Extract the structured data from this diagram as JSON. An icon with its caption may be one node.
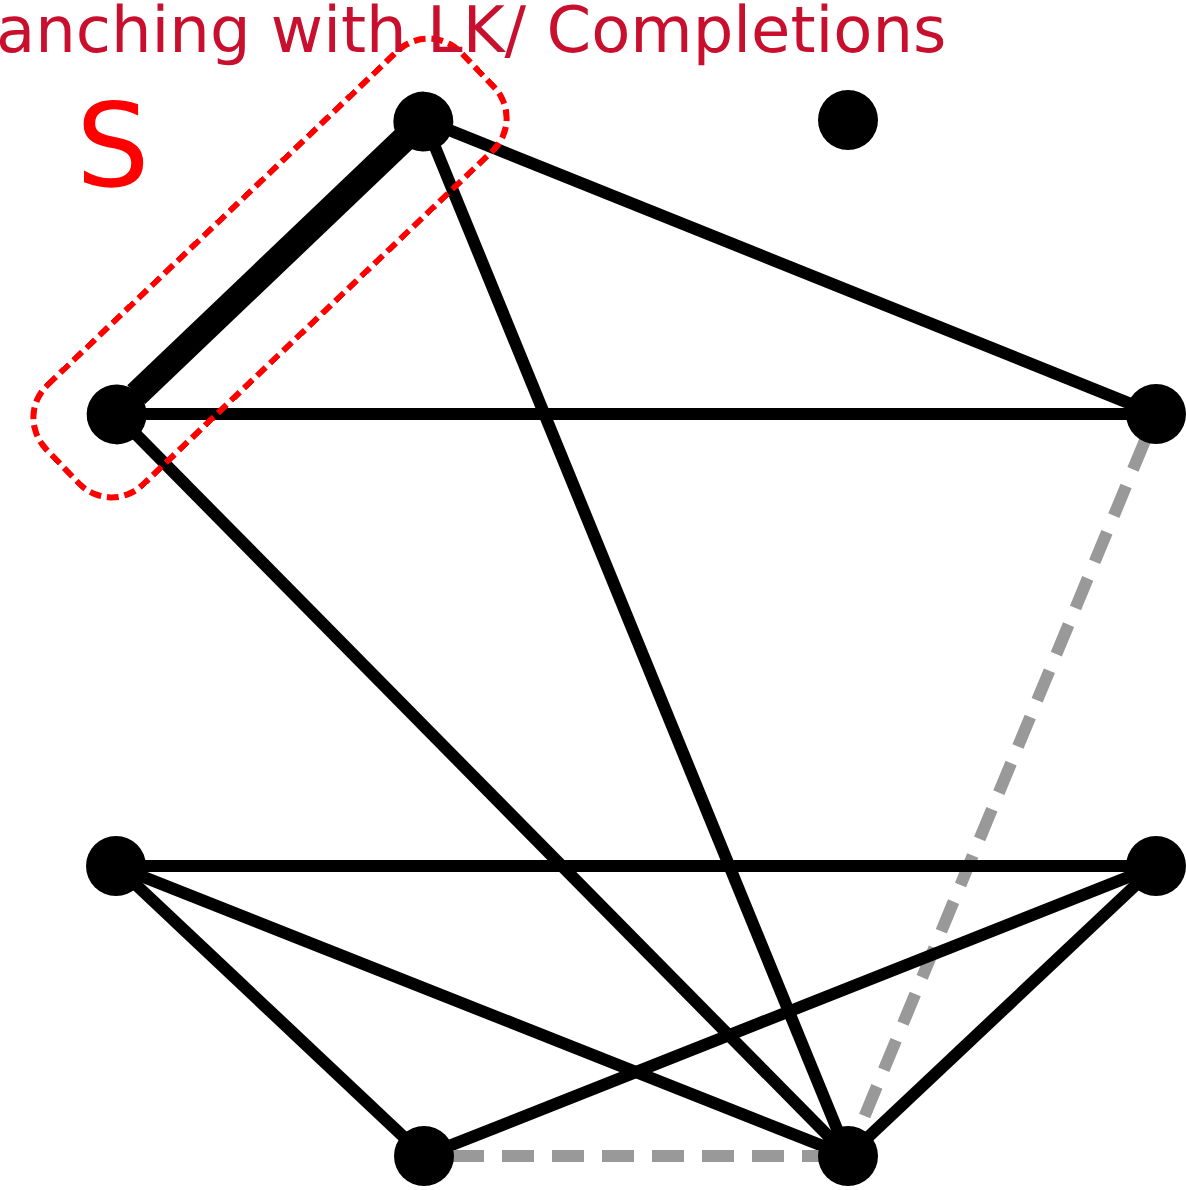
{
  "diagram": {
    "nodes": [
      {
        "text": [],
        "shape": "box"
      },
      {
        "text": [],
        "shape": "circle",
        "in": 0
      },
      {
        "text": [],
        "shape": "circle"
      },
      {
        "text": [],
        "shape": "circle",
        "in": 0
      },
      {
        "text": [],
        "shape": "circle"
      },
      {
        "text": [],
        "shape": "circle"
      },
      {
        "text": [],
        "shape": "circle"
      },
      {
        "text": [],
        "shape": "circle"
      },
      {
        "text": [],
        "shape": "circle"
      }
    ],
    "edges": [
      {
        "from": 1,
        "to": 3,
        "arrow": "none",
        "style": "thick"
      },
      {
        "from": 1,
        "to": 4,
        "arrow": "none"
      },
      {
        "from": 1,
        "to": 8,
        "arrow": "none"
      },
      {
        "from": 3,
        "to": 4,
        "arrow": "none"
      },
      {
        "from": 3,
        "to": 8,
        "arrow": "none"
      },
      {
        "from": 4,
        "to": 8,
        "arrow": "none",
        "style": "dashed",
        "color": "#999999"
      },
      {
        "from": 5,
        "to": 6,
        "arrow": "none"
      },
      {
        "from": 5,
        "to": 7,
        "arrow": "none"
      },
      {
        "from": 5,
        "to": 8,
        "arrow": "none"
      },
      {
        "from": 7,
        "to": 6,
        "arrow": "none"
      },
      {
        "from": 6,
        "to": 8,
        "arrow": "none"
      },
      {
        "from": 7,
        "to": 8,
        "arrow": "none",
        "style": "dashed",
        "color": "#999999"
      }
    ],
    "labels": [
      "anching with LK/ Completions",
      "S"
    ]
  }
}
